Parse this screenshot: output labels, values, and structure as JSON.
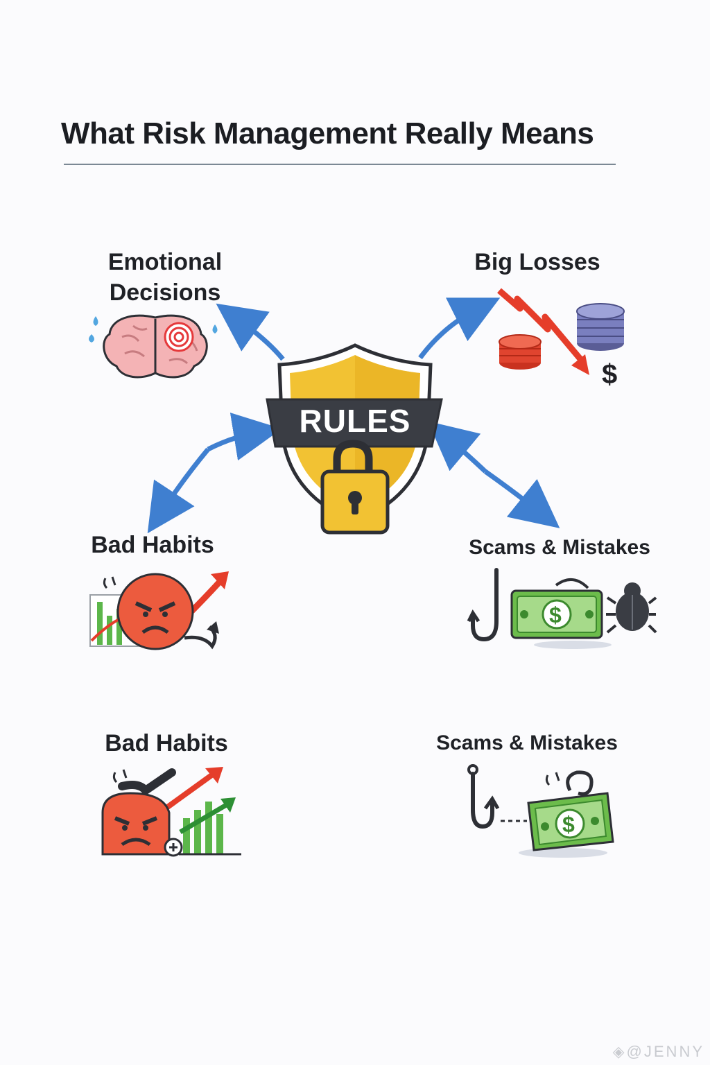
{
  "title": "What Risk Management Really Means",
  "center": {
    "badge_text": "RULES",
    "icon": "shield-lock-icon"
  },
  "nodes": [
    {
      "label_line1": "Emotional",
      "label_line2": "Decisions",
      "icon": "brain-spiral-icon"
    },
    {
      "label": "Big Losses",
      "icon": "falling-coins-icon"
    },
    {
      "label": "Bad Habits",
      "icon": "angry-face-chart-icon"
    },
    {
      "label": "Scams & Mistakes",
      "icon": "hook-money-bug-icon"
    }
  ],
  "extra_nodes": [
    {
      "label": "Bad Habits",
      "icon": "angry-face-growth-icon"
    },
    {
      "label": "Scams & Mistakes",
      "icon": "hook-dollar-bill-icon"
    }
  ],
  "colors": {
    "arrow": "#3f7fd0",
    "shield": "#f2c233",
    "banner": "#3a3d44",
    "angry_face": "#ec5b3e",
    "money": "#6cbc4b",
    "loss_arrow": "#e53d2a"
  },
  "watermark": "◈@JENNY"
}
